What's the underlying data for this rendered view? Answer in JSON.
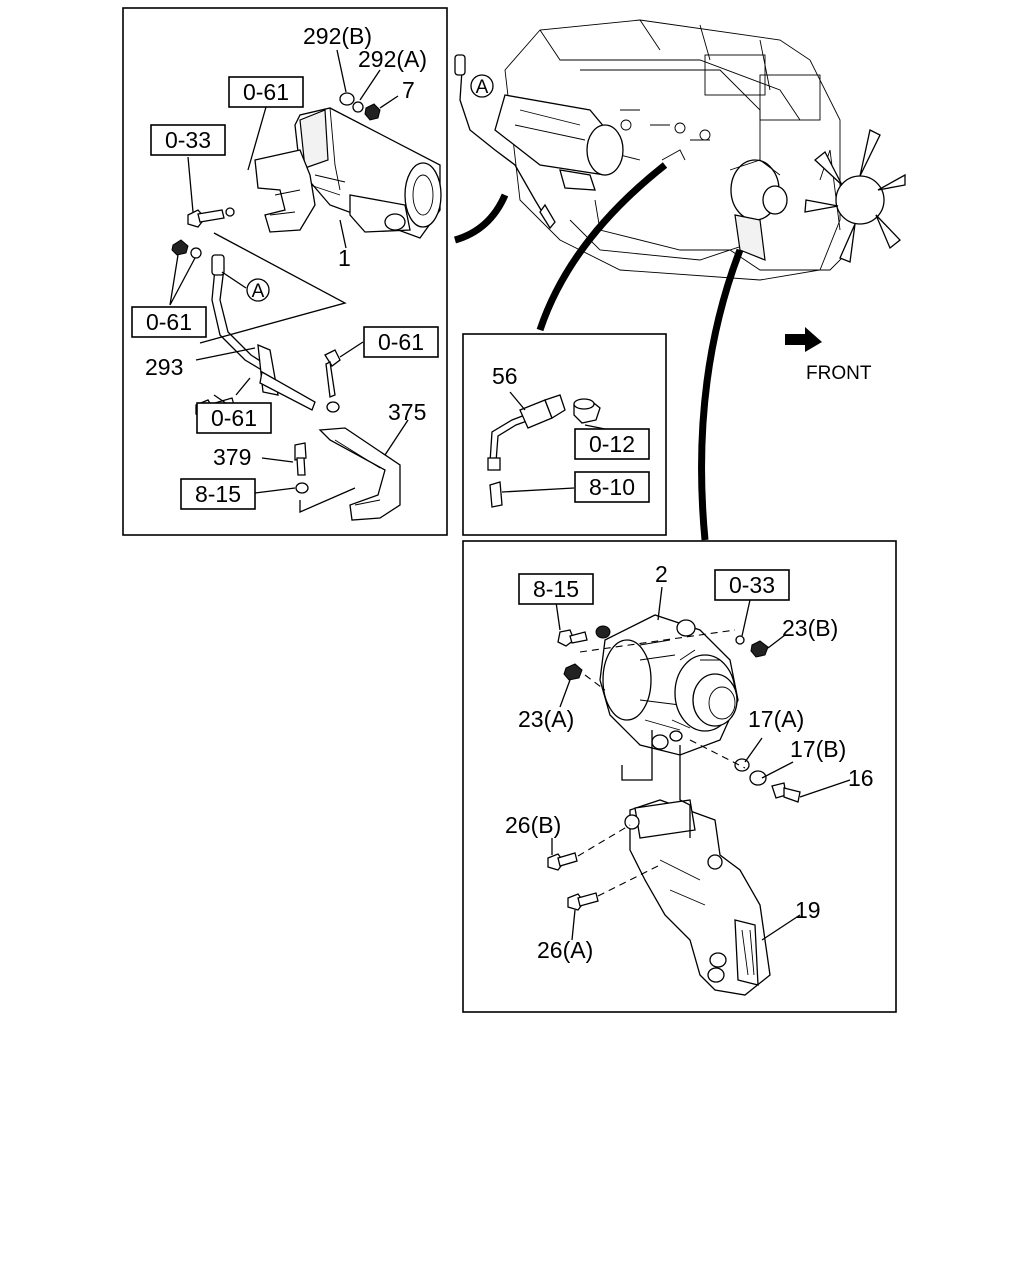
{
  "panels": {
    "starter": {
      "refs": {
        "r061_top": "0-61",
        "r033": "0-33",
        "r061_left": "0-61",
        "r061_right": "0-61",
        "r061_bottom": "0-61",
        "r815": "8-15"
      },
      "parts": {
        "p292b": "292(B)",
        "p292a": "292(A)",
        "p7": "7",
        "p1": "1",
        "p293": "293",
        "p375": "375",
        "p379": "379"
      },
      "marker_a": "A"
    },
    "sensor": {
      "refs": {
        "r012": "0-12",
        "r810": "8-10"
      },
      "parts": {
        "p56": "56"
      }
    },
    "alternator": {
      "refs": {
        "r815": "8-15",
        "r033": "0-33"
      },
      "parts": {
        "p2": "2",
        "p23b": "23(B)",
        "p23a": "23(A)",
        "p17a": "17(A)",
        "p17b": "17(B)",
        "p16": "16",
        "p26b": "26(B)",
        "p26a": "26(A)",
        "p19": "19"
      }
    },
    "engine": {
      "marker_a": "A",
      "front_label": "FRONT"
    }
  },
  "icons": [
    "front-arrow-icon",
    "callout-a-icon"
  ]
}
